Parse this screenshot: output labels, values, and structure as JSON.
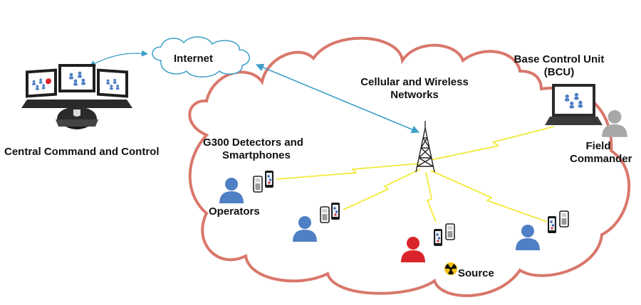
{
  "labels": {
    "internet": "Internet",
    "cellular_line1": "Cellular and Wireless",
    "cellular_line2": "Networks",
    "bcu_line1": "Base Control Unit",
    "bcu_line2": "(BCU)",
    "central": "Central Command and Control",
    "detectors_line1": "G300 Detectors and",
    "detectors_line2": "Smartphones",
    "operators": "Operators",
    "field_line1": "Field",
    "field_line2": "Commander",
    "source": "Source"
  },
  "colors": {
    "cloud_outline": "#d9776b",
    "internet_link": "#3d9fc7",
    "wireless_link": "#f2ea3a",
    "operator": "#4f7fc4",
    "source_person": "#d9242a",
    "field_commander": "#a8a8a8",
    "laptop": "#2b2b2b",
    "radiation": "#f2c316"
  },
  "icons": [
    "monitor-icon",
    "police-cap-icon",
    "laptop-icon",
    "cell-tower-icon",
    "person-icon",
    "detector-icon",
    "smartphone-icon",
    "radiation-icon",
    "cloud-icon"
  ]
}
